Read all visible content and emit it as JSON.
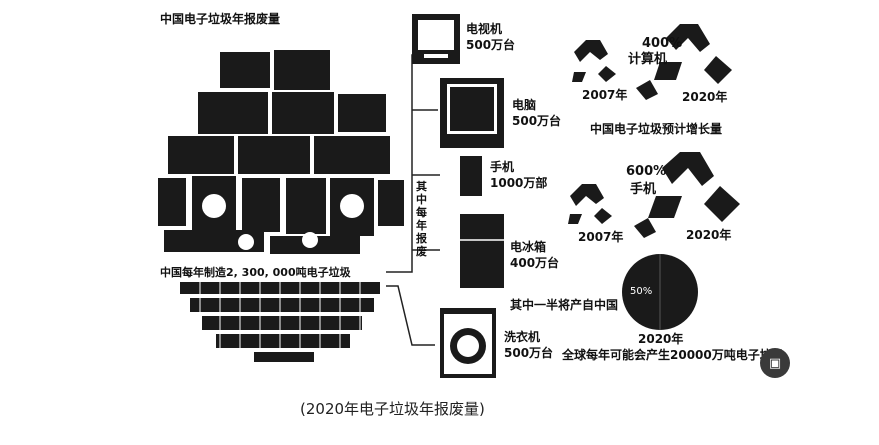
{
  "figure": {
    "main_title": "中国电子垃圾年报废量",
    "total_label": "中国每年制造2, 300, 000吨电子垃圾",
    "bracket_label": "其中每年报废",
    "devices": [
      {
        "name": "电视机",
        "amount": "500万台"
      },
      {
        "name": "电脑",
        "amount": "500万台"
      },
      {
        "name": "手机",
        "amount": "1000万部"
      },
      {
        "name": "电冰箱",
        "amount": "400万台"
      },
      {
        "name": "洗衣机",
        "amount": "500万台"
      }
    ],
    "growth_computer": {
      "pct": "400%",
      "item": "计算机",
      "year_from": "2007年",
      "year_to": "2020年"
    },
    "growth_title": "中国电子垃圾预计增长量",
    "growth_phone": {
      "pct": "600%",
      "item": "手机",
      "year_from": "2007年",
      "year_to": "2020年"
    },
    "half_china": "其中一半将产自中国",
    "pie_pct": "50%",
    "pie_year": "2020年",
    "global_label": "全球每年可能会产生20000万吨电子垃圾"
  },
  "caption": "(2020年电子垃圾年报废量)",
  "image_button_icon": "image-search-icon"
}
